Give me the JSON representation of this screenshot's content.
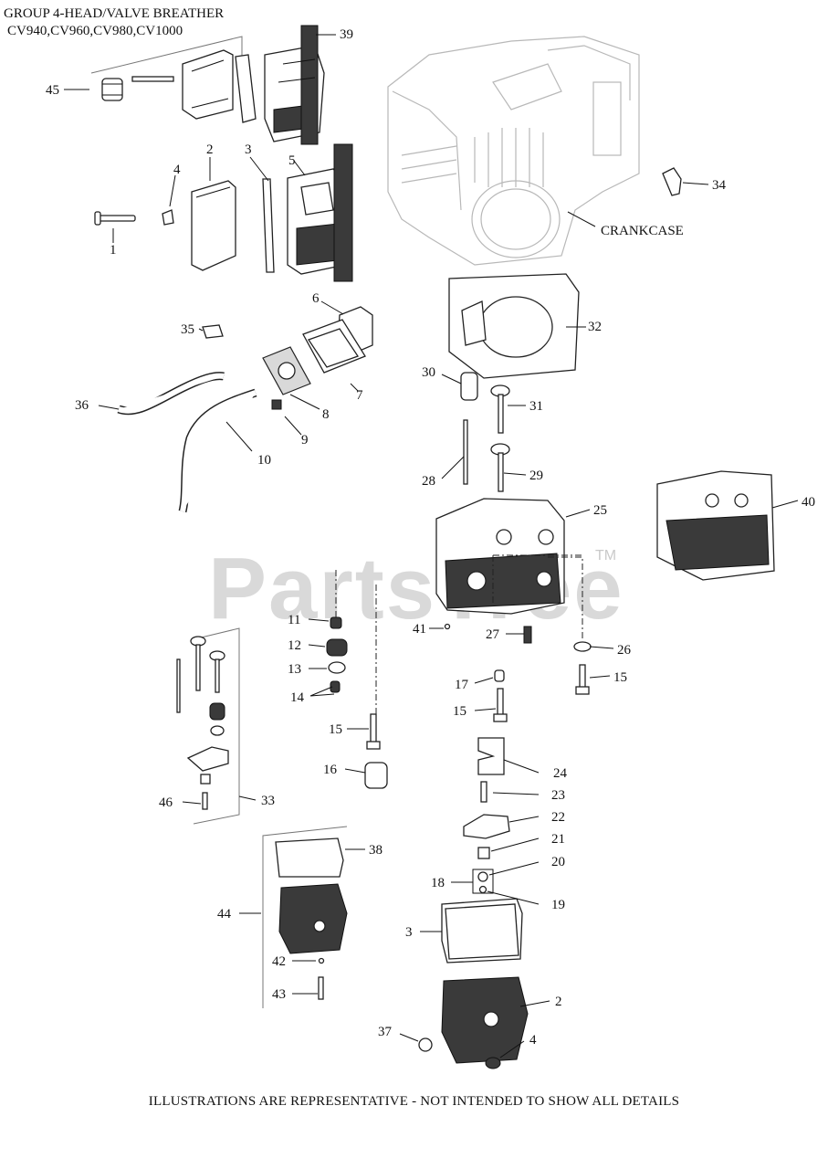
{
  "header": {
    "title_line1": "GROUP 4-HEAD/VALVE BREATHER",
    "title_line2": "CV940,CV960,CV980,CV1000"
  },
  "footer": {
    "note": "ILLUSTRATIONS ARE REPRESENTATIVE - NOT INTENDED TO SHOW ALL DETAILS"
  },
  "watermark": {
    "text": "PartsTree",
    "trademark": "TM"
  },
  "callouts": {
    "c1": "1",
    "c2a": "2",
    "c2b": "2",
    "c3a": "3",
    "c3b": "3",
    "c4a": "4",
    "c4b": "4",
    "c5": "5",
    "c6": "6",
    "c7": "7",
    "c8": "8",
    "c9": "9",
    "c10": "10",
    "c11": "11",
    "c12": "12",
    "c13": "13",
    "c14": "14",
    "c15a": "15",
    "c15b": "15",
    "c15c": "15",
    "c16": "16",
    "c17": "17",
    "c18": "18",
    "c19": "19",
    "c20": "20",
    "c21": "21",
    "c22": "22",
    "c23": "23",
    "c24": "24",
    "c25": "25",
    "c26": "26",
    "c27": "27",
    "c28": "28",
    "c29": "29",
    "c30": "30",
    "c31": "31",
    "c32": "32",
    "c33": "33",
    "c34": "34",
    "c35": "35",
    "c36": "36",
    "c37": "37",
    "c38": "38",
    "c39": "39",
    "c40": "40",
    "c41": "41",
    "c42": "42",
    "c43": "43",
    "c44": "44",
    "c45": "45",
    "c46": "46",
    "crankcase": "CRANKCASE"
  }
}
